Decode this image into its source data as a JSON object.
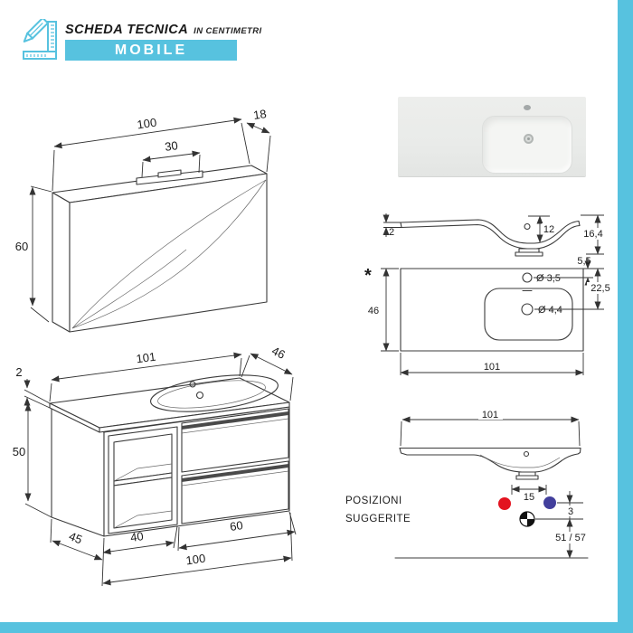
{
  "header": {
    "title": "SCHEDA TECNICA",
    "subtitle": "IN CENTIMETRI",
    "banner": "MOBILE"
  },
  "colors": {
    "accent": "#57c2df",
    "red_dot": "#e3131f",
    "blue_dot": "#423f9c"
  },
  "mirror_cabinet": {
    "width": "100",
    "depth": "18",
    "lamp_width": "30",
    "height": "60"
  },
  "vanity": {
    "top_width": "101",
    "top_depth": "46",
    "top_thickness": "2",
    "height": "50",
    "side_depth": "45",
    "shelf_width": "40",
    "drawer_width": "60",
    "width": "100"
  },
  "section_view": {
    "thickness": "2",
    "basin_depth": "12",
    "total_height": "16,4"
  },
  "top_view": {
    "note_marker": "*",
    "depth": "46",
    "width": "101",
    "tap_hole_offset": "5,5",
    "drain_offset": "22,5",
    "tap_hole_diameter": "Ø 3,5",
    "drain_diameter": "Ø 4,4"
  },
  "front_view": {
    "width": "101",
    "tap_spacing": "15",
    "gap": "3",
    "drain_height": "51 / 57",
    "suggested_label_line1": "POSIZIONI",
    "suggested_label_line2": "SUGGERITE"
  }
}
